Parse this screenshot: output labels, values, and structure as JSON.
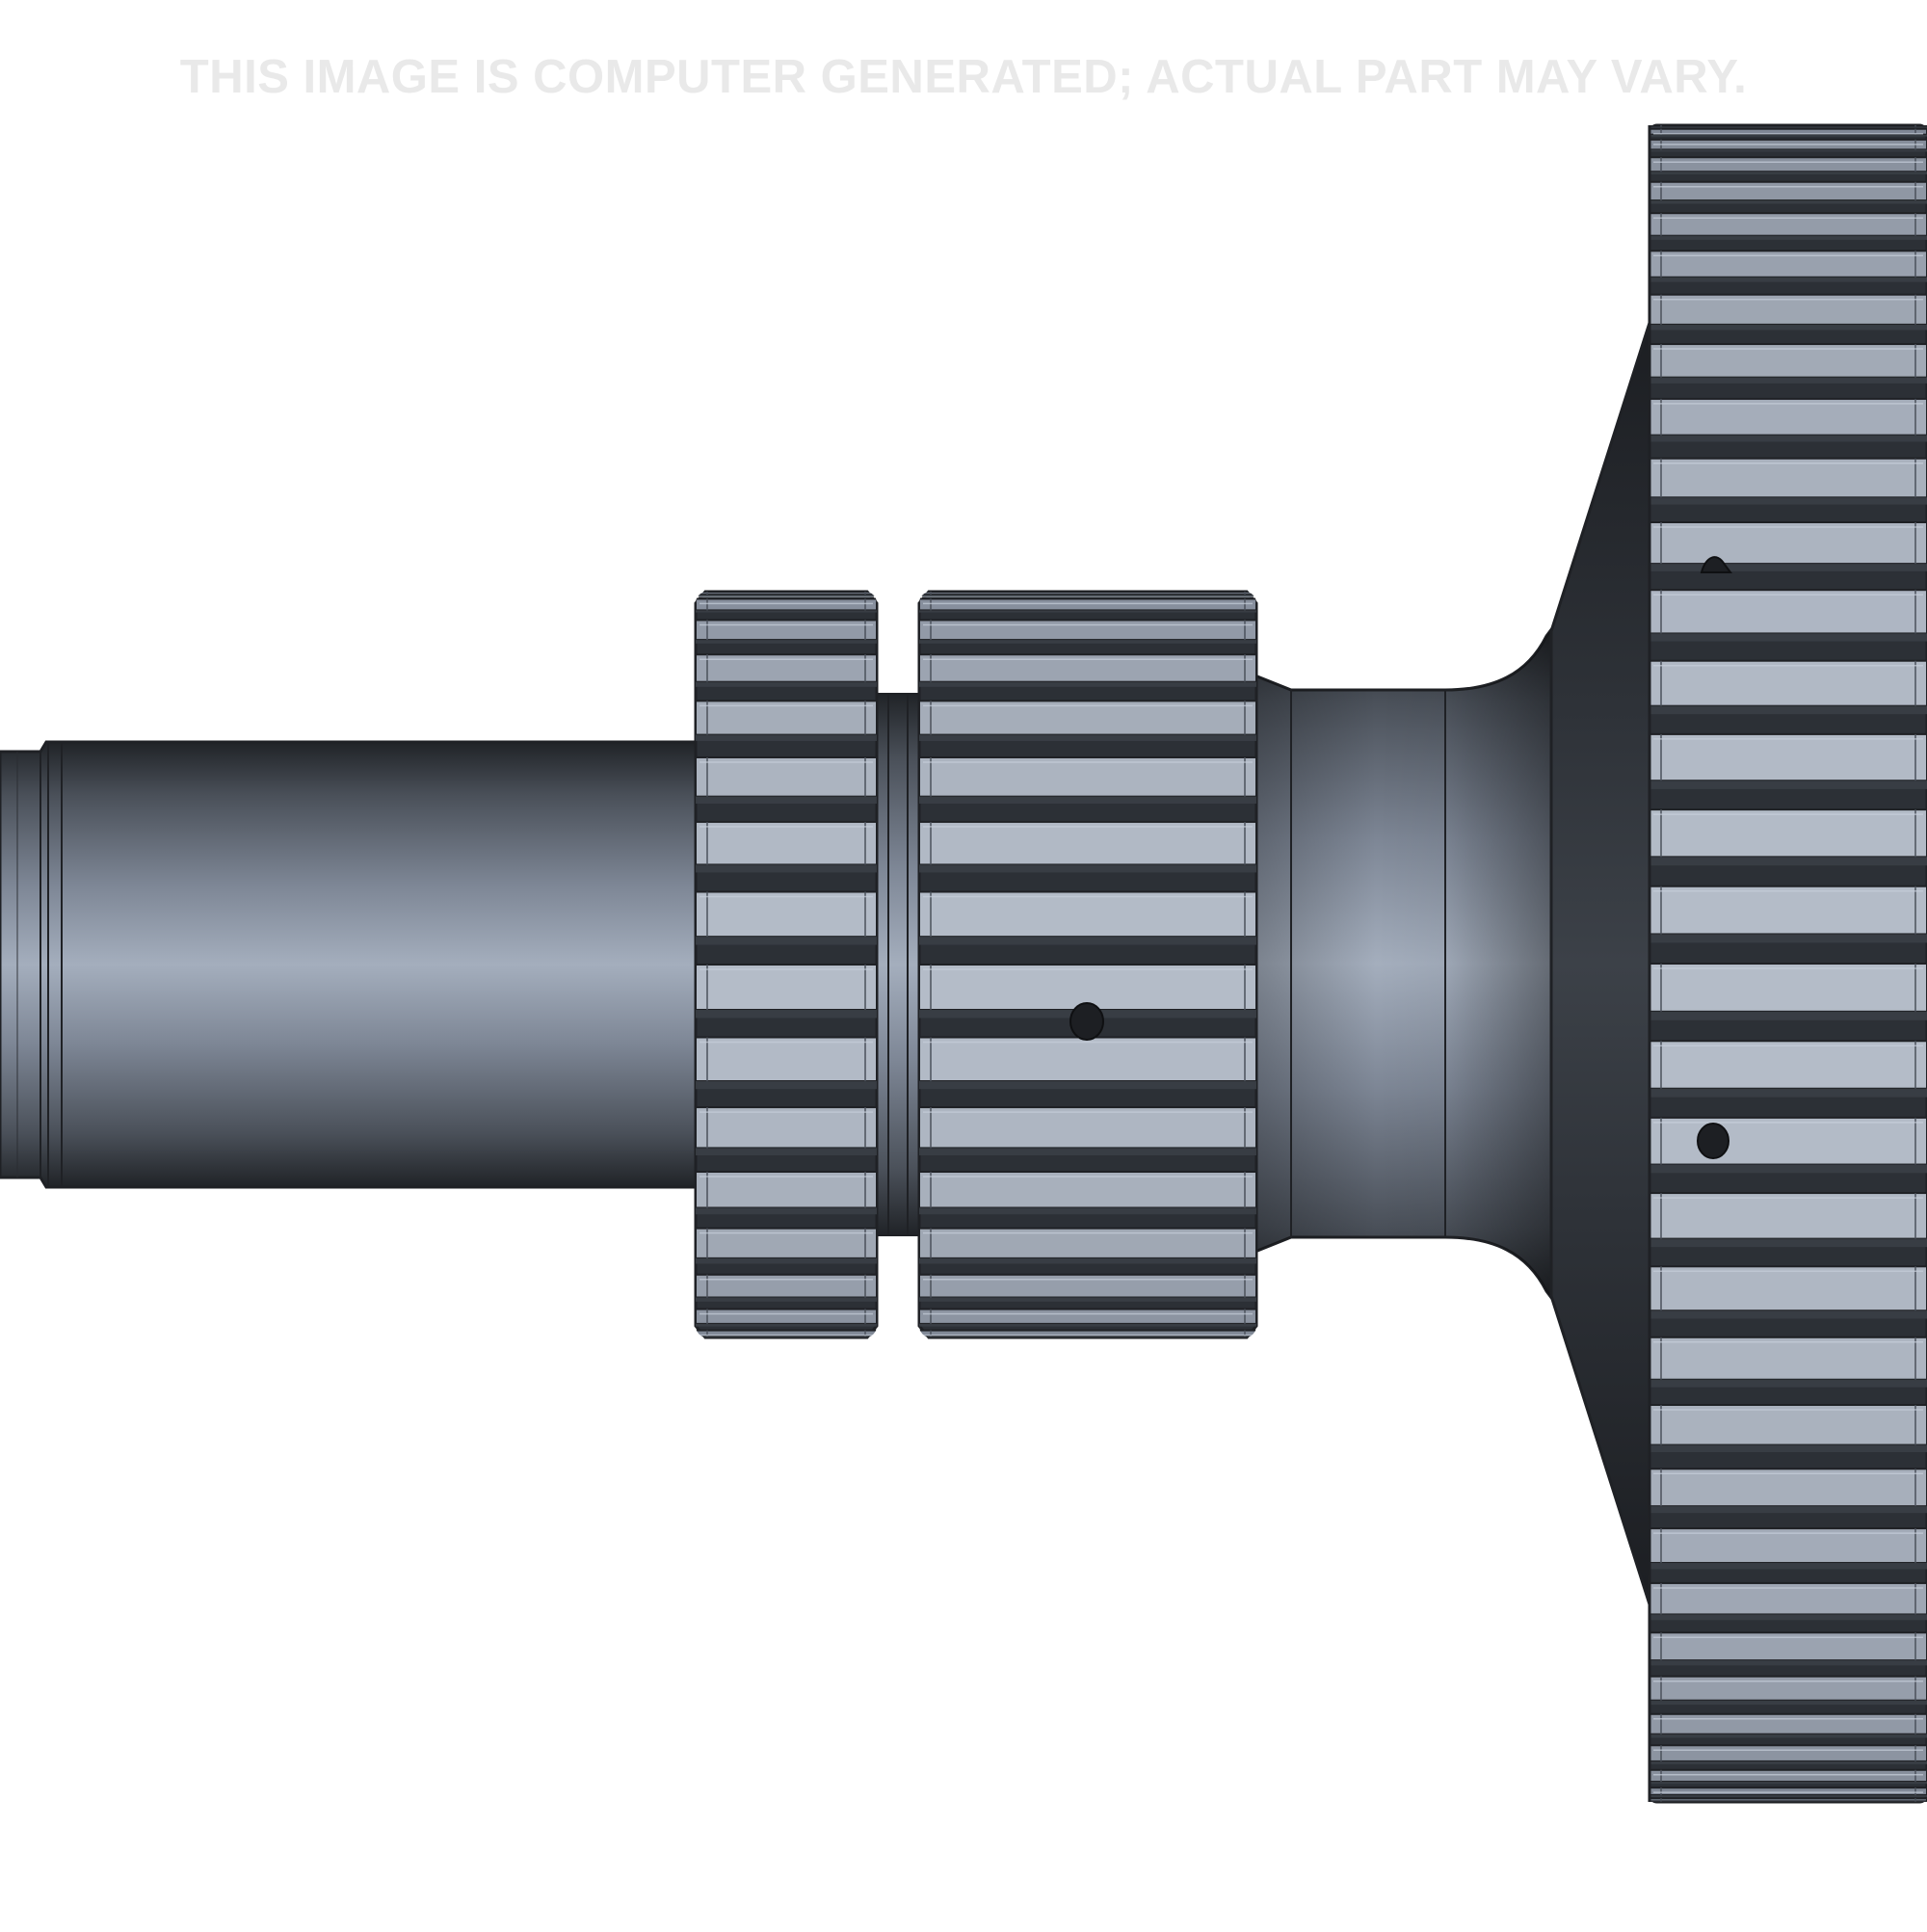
{
  "watermark": {
    "text": "THIS IMAGE IS COMPUTER GENERATED; ACTUAL PART MAY VARY."
  },
  "colors": {
    "background": "#ffffff",
    "steel_light": "#a3adbc",
    "steel_mid": "#6d7583",
    "steel_dark": "#2b2e33",
    "outline": "#1f2125",
    "watermark": "#e9e9e9"
  },
  "part": {
    "name": "gear-shaft",
    "features": [
      "shaft-journal",
      "small-spur-gear",
      "wide-spur-gear",
      "hub-collar",
      "tapered-web",
      "large-gear"
    ],
    "visible_holes": 3
  }
}
